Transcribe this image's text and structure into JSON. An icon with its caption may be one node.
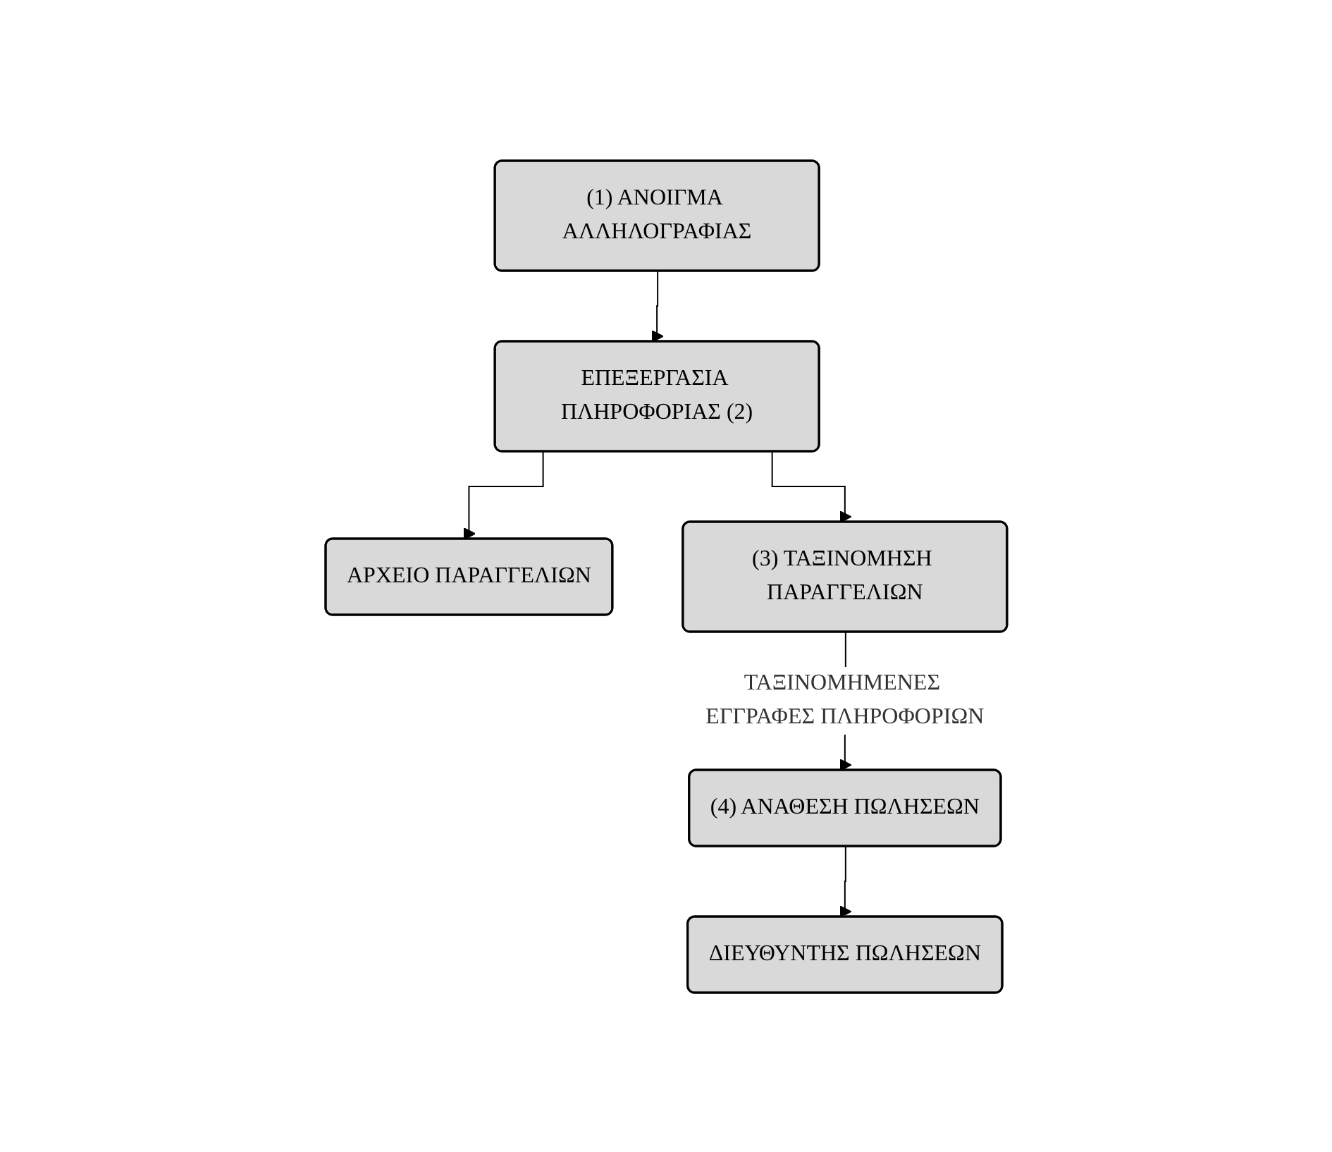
{
  "diagram": {
    "nodes": [
      {
        "text": [
          "(1) ΑΝΟΙΓΜΑ ΑΛΛΗΛΟΓΡΑΦΙΑΣ"
        ]
      },
      {
        "text": [
          "ΕΠΕΞΕΡΓΑΣΙΑ ΠΛΗΡΟΦΟΡΙΑΣ (2)"
        ]
      },
      {
        "text": [
          "ΑΡΧΕΙΟ ΠΑΡΑΓΓΕΛΙΩΝ"
        ]
      },
      {
        "text": [
          "(3) ΤΑΞΙΝΟΜΗΣΗ ΠΑΡΑΓΓΕΛΙΩΝ"
        ]
      },
      {
        "text": [
          "(4) ΑΝΑΘΕΣΗ ΠΩΛΗΣΕΩΝ"
        ]
      },
      {
        "text": [
          "ΔΙΕΥΘΥΝΤΗΣ ΠΩΛΗΣΕΩΝ"
        ]
      }
    ],
    "edges": [
      {
        "from": 0,
        "to": 1,
        "arrow": "to"
      },
      {
        "from": 1,
        "to": 2,
        "arrow": "to"
      },
      {
        "from": 1,
        "to": 3,
        "arrow": "to"
      },
      {
        "from": 3,
        "to": 4,
        "arrow": "to",
        "label": "ΤΑΞΙΝΟΜΗΜΕΝΕΣ ΕΓΓΡΑΦΕΣ ΠΛΗΡΟΦΟΡΙΩΝ"
      },
      {
        "from": 4,
        "to": 5,
        "arrow": "to"
      }
    ]
  }
}
